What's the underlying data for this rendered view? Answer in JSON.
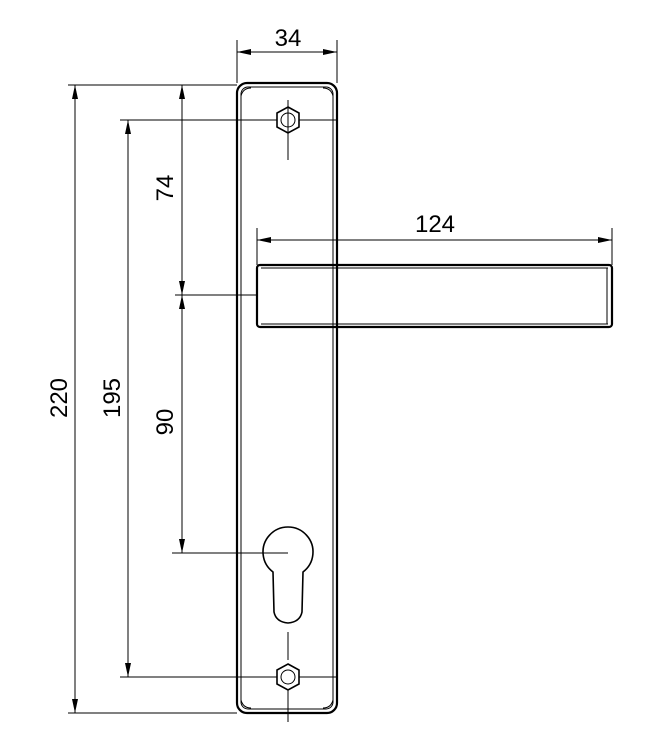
{
  "drawing": {
    "title": "Door handle on long plate with profile cylinder cutout",
    "dimensions": {
      "plate_width": "34",
      "lever_length": "124",
      "plate_height": "220",
      "screw_spacing": "195",
      "top_to_lever": "74",
      "lever_to_cylinder": "90"
    },
    "line_color": "#000000",
    "background": "#ffffff"
  }
}
